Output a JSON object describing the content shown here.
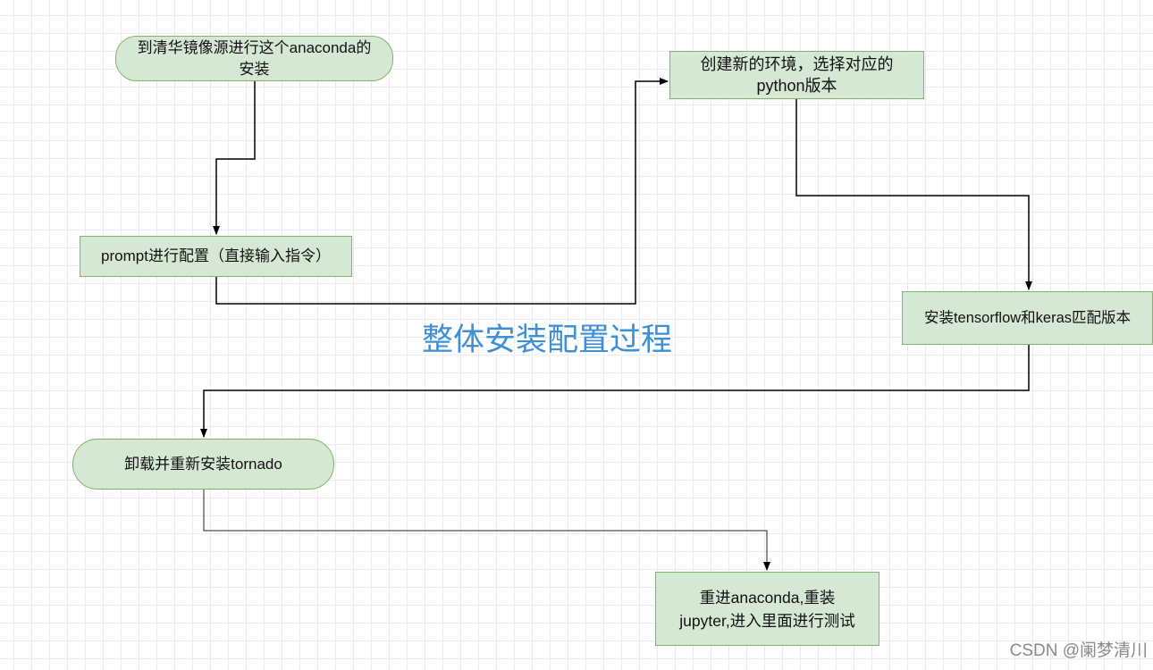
{
  "diagram": {
    "title": "整体安装配置过程",
    "nodes": [
      {
        "id": "n1",
        "label": "到清华镜像源进行这个anaconda的\n安装"
      },
      {
        "id": "n2",
        "label": "prompt进行配置（直接输入指令）"
      },
      {
        "id": "n3",
        "label": "创建新的环境，选择对应的\npython版本"
      },
      {
        "id": "n4",
        "label": "安装tensorflow和keras匹配版本"
      },
      {
        "id": "n5",
        "label": "卸载并重新安装tornado"
      },
      {
        "id": "n6",
        "label": "重进anaconda,重装\njupyter,进入里面进行测试"
      }
    ],
    "edges": [
      {
        "from": "n1",
        "to": "n2"
      },
      {
        "from": "n2",
        "to": "n3"
      },
      {
        "from": "n3",
        "to": "n4"
      },
      {
        "from": "n4",
        "to": "n5"
      },
      {
        "from": "n5",
        "to": "n6"
      }
    ],
    "colors": {
      "node_fill": "#d5e8d4",
      "node_stroke": "#82b366",
      "edge": "#000000",
      "title": "#3d8fd6",
      "watermark": "#8a8a8a"
    }
  },
  "watermark": "CSDN @阑梦清川"
}
